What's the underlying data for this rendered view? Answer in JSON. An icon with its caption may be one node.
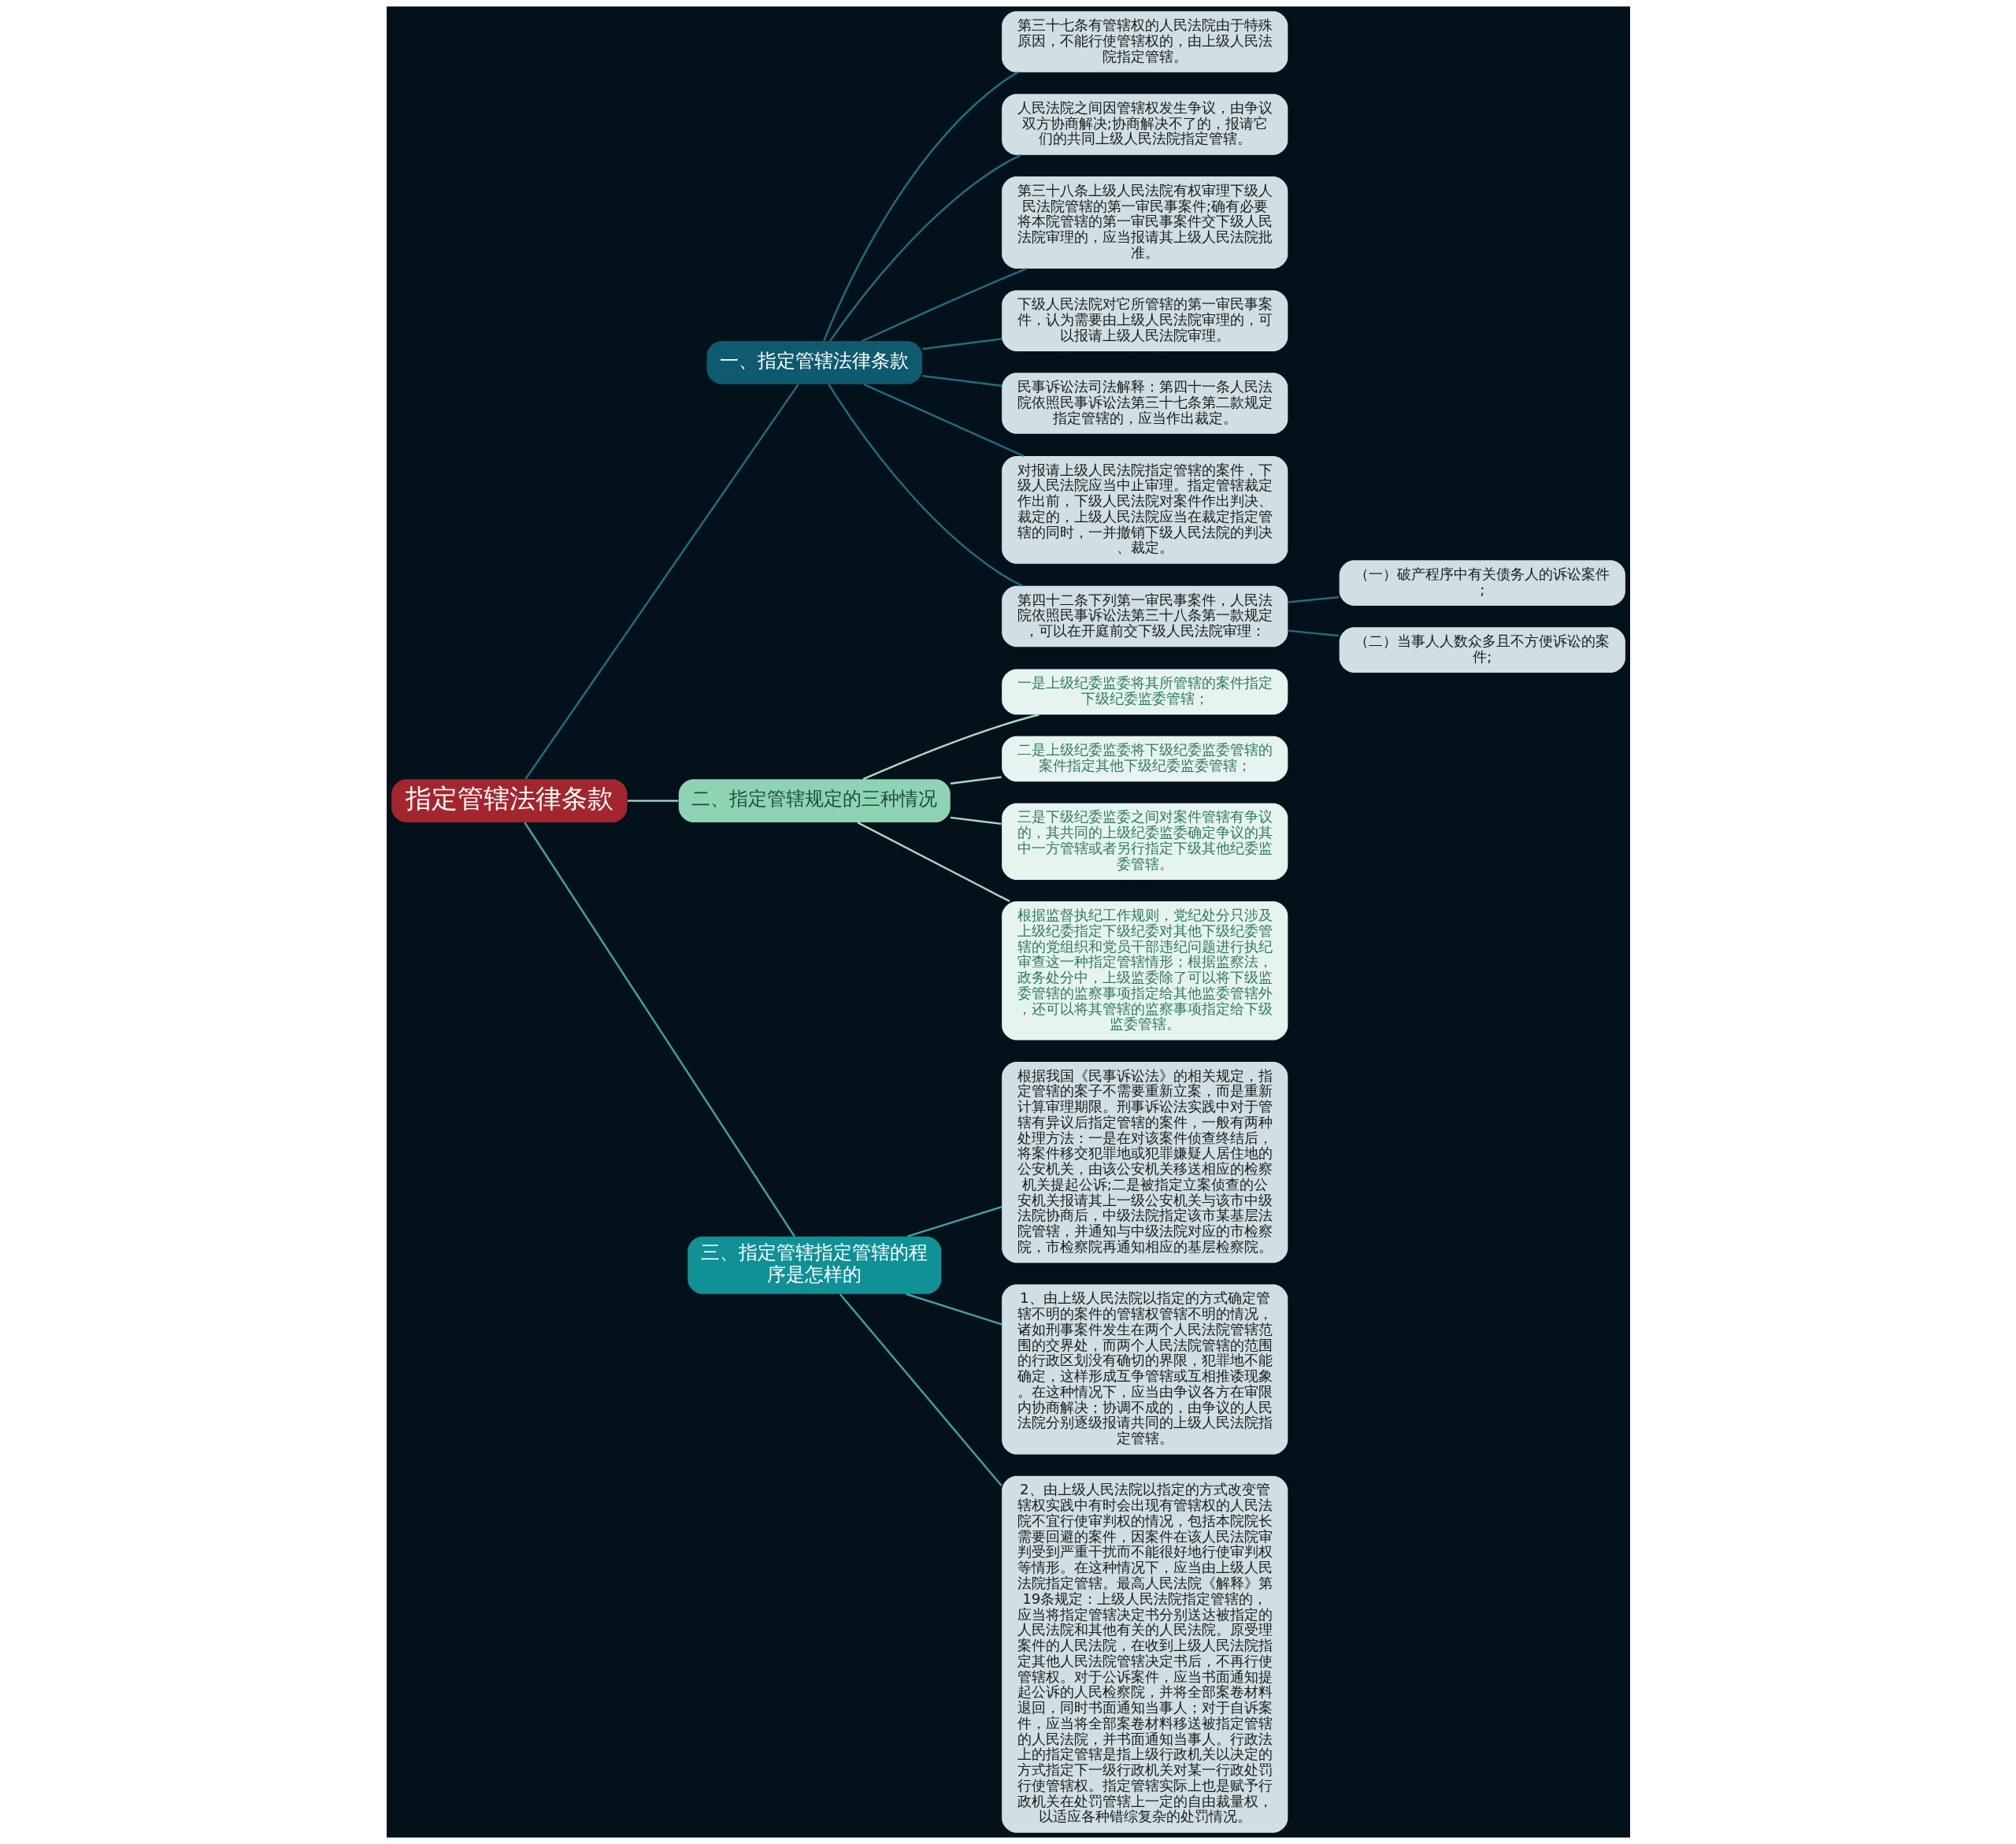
{
  "diagram": {
    "nodes": [
      {
        "text": [
          "指定管辖法律条款"
        ]
      },
      {
        "text": [
          "一、指定管辖法律条款"
        ]
      },
      {
        "text": [
          "第三十七条有管辖权的人民法院由于特殊原因，不能行使管辖权的，由上级人民法院指定管辖。"
        ]
      },
      {
        "text": [
          "人民法院之间因管辖权发生争议，由争议双方协商解决;协商解决不了的，报请它们的共同上级人民法院指定管辖。"
        ]
      },
      {
        "text": [
          "第三十八条上级人民法院有权审理下级人民法院管辖的第一审民事案件;确有必要将本院管辖的第一审民事案件交下级人民法院审理的，应当报请其上级人民法院批准。"
        ]
      },
      {
        "text": [
          "下级人民法院对它所管辖的第一审民事案件，认为需要由上级人民法院审理的，可以报请上级人民法院审理。"
        ]
      },
      {
        "text": [
          "民事诉讼法司法解释：第四十一条人民法院依照民事诉讼法第三十七条第二款规定指定管辖的，应当作出裁定。"
        ]
      },
      {
        "text": [
          "对报请上级人民法院指定管辖的案件，下级人民法院应当中止审理。指定管辖裁定作出前，下级人民法院对案件作出判决、裁定的，上级人民法院应当在裁定指定管辖的同时，一并撤销下级人民法院的判决、裁定。"
        ]
      },
      {
        "text": [
          "第四十二条下列第一审民事案件，人民法院依照民事诉讼法第三十八条第一款规定，可以在开庭前交下级人民法院审理："
        ]
      },
      {
        "text": [
          "（一）破产程序中有关债务人的诉讼案件;"
        ]
      },
      {
        "text": [
          "（二）当事人人数众多且不方便诉讼的案件;"
        ]
      },
      {
        "text": [
          "二、指定管辖规定的三种情况"
        ]
      },
      {
        "text": [
          "一是上级纪委监委将其所管辖的案件指定下级纪委监委管辖；"
        ]
      },
      {
        "text": [
          "二是上级纪委监委将下级纪委监委管辖的案件指定其他下级纪委监委管辖；"
        ]
      },
      {
        "text": [
          "三是下级纪委监委之间对案件管辖有争议的，其共同的上级纪委监委确定争议的其中一方管辖或者另行指定下级其他纪委监委管辖。"
        ]
      },
      {
        "text": [
          "根据监督执纪工作规则，党纪处分只涉及上级纪委指定下级纪委对其他下级纪委管辖的党组织和党员干部违纪问题进行执纪审查这一种指定管辖情形；根据监察法，政务处分中，上级监委除了可以将下级监委管辖的监察事项指定给其他监委管辖外，还可以将其管辖的监察事项指定给下级监委管辖。"
        ]
      },
      {
        "text": [
          "三、指定管辖指定管辖的程序是怎样的"
        ]
      },
      {
        "text": [
          "根据我国《民事诉讼法》的相关规定，指定管辖的案子不需要重新立案，而是重新计算审理期限。刑事诉讼法实践中对于管辖有异议后指定管辖的案件，一般有两种处理方法：一是在对该案件侦查终结后，将案件移交犯罪地或犯罪嫌疑人居住地的公安机关，由该公安机关移送相应的检察机关提起公诉;二是被指定立案侦查的公安机关报请其上一级公安机关与该市中级法院协商后，中级法院指定该市某基层法院管辖，并通知与中级法院对应的市检察院，市检察院再通知相应的基层检察院。"
        ]
      },
      {
        "text": [
          "1、由上级人民法院以指定的方式确定管辖不明的案件的管辖权管辖不明的情况，诸如刑事案件发生在两个人民法院管辖范围的交界处，而两个人民法院管辖的范围的行政区划没有确切的界限，犯罪地不能确定，这样形成互争管辖或互相推诿现象。在这种情况下，应当由争议各方在审限内协商解决；协调不成的，由争议的人民法院分别逐级报请共同的上级人民法院指定管辖。"
        ]
      },
      {
        "text": [
          "2、由上级人民法院以指定的方式改变管辖权实践中有时会出现有管辖权的人民法院不宜行使审判权的情况，包括本院院长需要回避的案件，因案件在该人民法院审判受到严重干扰而不能很好地行使审判权等情形。在这种情况下，应当由上级人民法院指定管辖。最高人民法院《解释》第19条规定：上级人民法院指定管辖的，应当将指定管辖决定书分别送达被指定的人民法院和其他有关的人民法院。原受理案件的人民法院，在收到上级人民法院指定其他人民法院管辖决定书后，不再行使管辖权。对于公诉案件，应当书面通知提起公诉的人民检察院，并将全部案卷材料退回，同时书面通知当事人；对于自诉案件，应当将全部案卷材料移送被指定管辖的人民法院，并书面通知当事人。行政法上的指定管辖是指上级行政机关以决定的方式指定下一级行政机关对某一行政处罚行使管辖权。指定管辖实际上也是赋予行政机关在处罚管辖上一定的自由裁量权，以适应各种错综复杂的处罚情况。"
        ]
      }
    ],
    "edges": [
      {
        "from": 0,
        "to": 1,
        "arrow": "none"
      },
      {
        "from": 1,
        "to": 2,
        "arrow": "none"
      },
      {
        "from": 1,
        "to": 3,
        "arrow": "none"
      },
      {
        "from": 1,
        "to": 4,
        "arrow": "none"
      },
      {
        "from": 1,
        "to": 5,
        "arrow": "none"
      },
      {
        "from": 1,
        "to": 6,
        "arrow": "none"
      },
      {
        "from": 1,
        "to": 7,
        "arrow": "none"
      },
      {
        "from": 1,
        "to": 8,
        "arrow": "none"
      },
      {
        "from": 8,
        "to": 9,
        "arrow": "none"
      },
      {
        "from": 8,
        "to": 10,
        "arrow": "none"
      },
      {
        "from": 0,
        "to": 11,
        "arrow": "none",
        "color": "#a6dcc5"
      },
      {
        "from": 11,
        "to": 12,
        "arrow": "none",
        "color": "#a6dcc5"
      },
      {
        "from": 11,
        "to": 13,
        "arrow": "none",
        "color": "#a6dcc5"
      },
      {
        "from": 11,
        "to": 14,
        "arrow": "none",
        "color": "#a6dcc5"
      },
      {
        "from": 11,
        "to": 15,
        "arrow": "none",
        "color": "#a6dcc5"
      },
      {
        "from": 0,
        "to": 16,
        "arrow": "none",
        "color": "#3ea3a6"
      },
      {
        "from": 16,
        "to": 17,
        "arrow": "none",
        "color": "#3ea3a6"
      },
      {
        "from": 16,
        "to": 18,
        "arrow": "none",
        "color": "#3ea3a6"
      },
      {
        "from": 16,
        "to": 19,
        "arrow": "none",
        "color": "#3ea3a6"
      }
    ]
  }
}
